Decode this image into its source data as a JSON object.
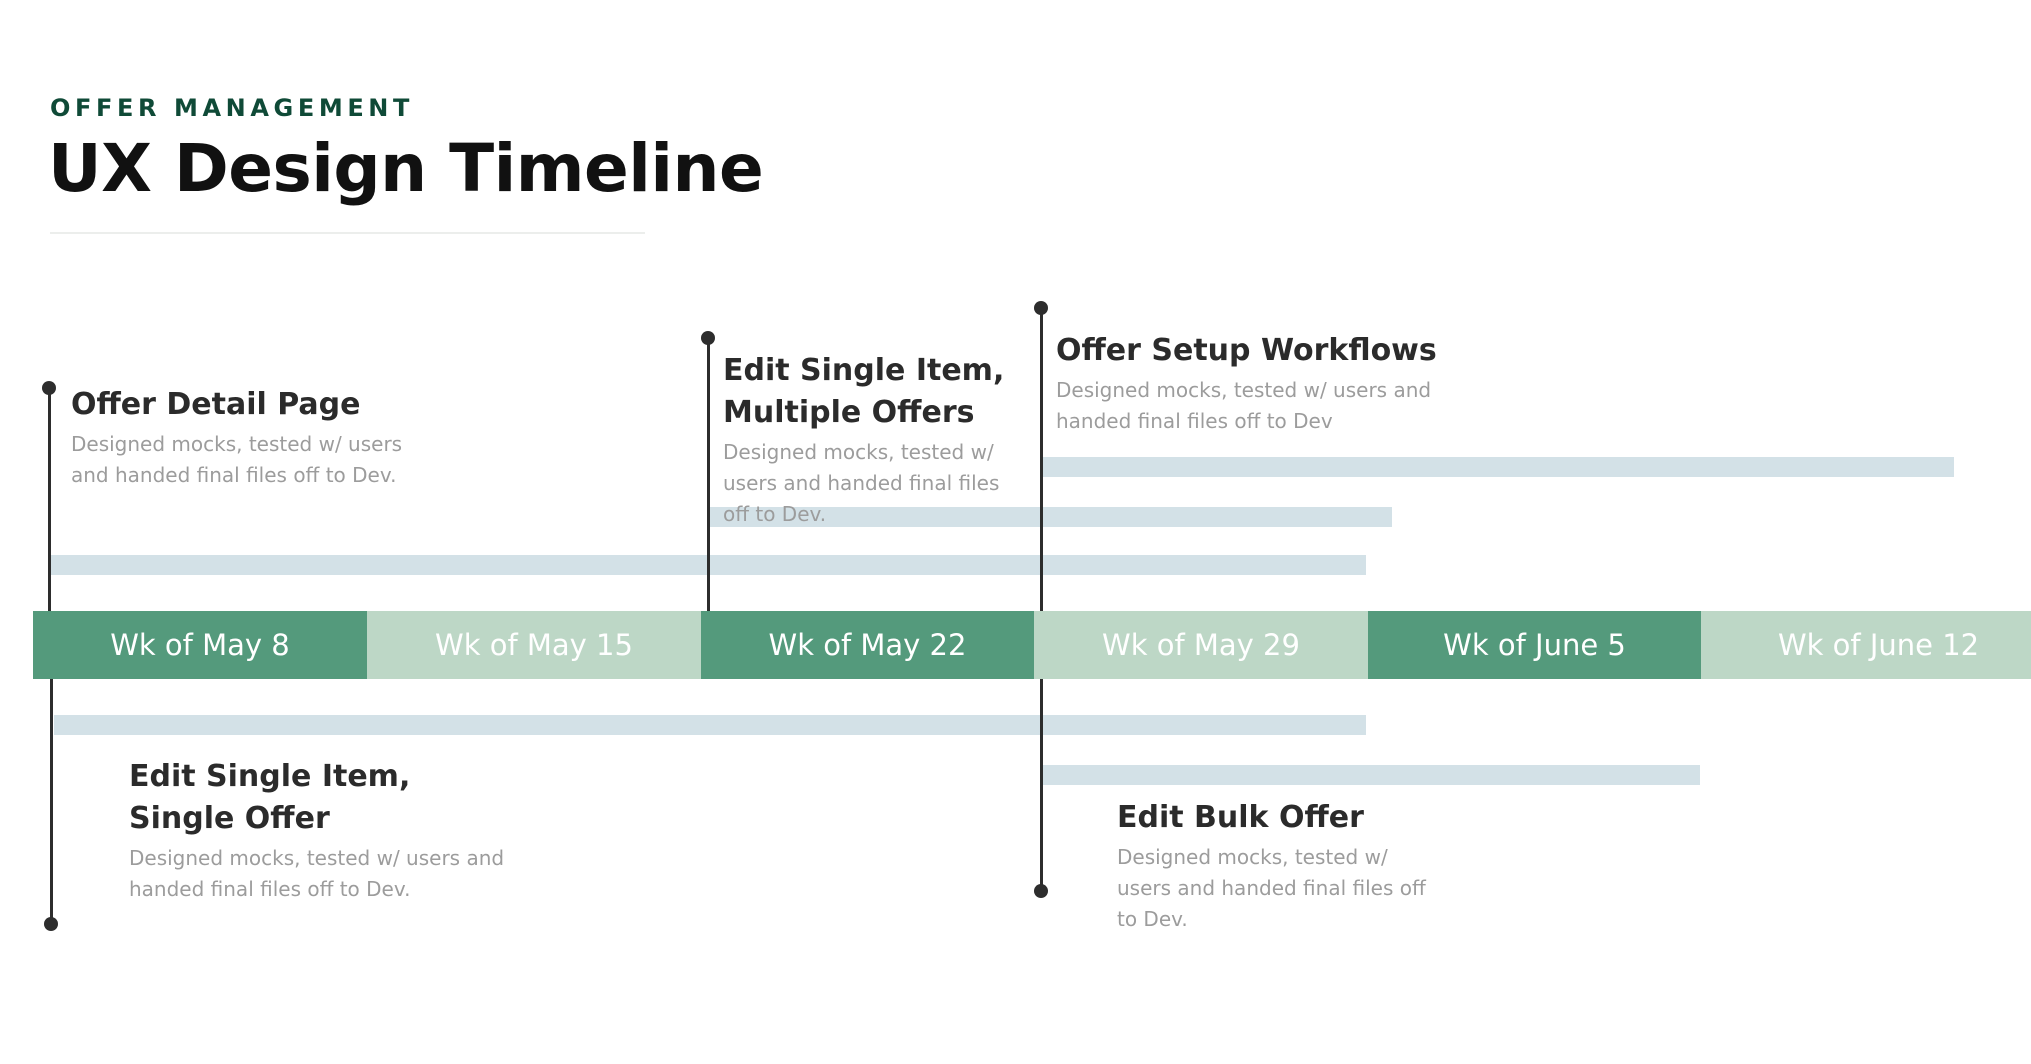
{
  "header": {
    "eyebrow": "OFFER MANAGEMENT",
    "title": "UX Design Timeline"
  },
  "colors": {
    "week_dark": "#549a7c",
    "week_light": "#bdd7c6",
    "progress_bar": "#d3e1e7",
    "eyebrow": "#0f4a37",
    "marker": "#2d2d2d"
  },
  "weeks": [
    {
      "label": "Wk of May 8",
      "shade": "dark"
    },
    {
      "label": "Wk of May 15",
      "shade": "light"
    },
    {
      "label": "Wk of May 22",
      "shade": "dark"
    },
    {
      "label": "Wk of May 29",
      "shade": "light"
    },
    {
      "label": "Wk of June 5",
      "shade": "dark"
    },
    {
      "label": "Wk of June 12",
      "shade": "light"
    }
  ],
  "milestones": [
    {
      "title": "Offer Detail Page",
      "description": "Designed mocks, tested w/ users and handed final files off to Dev."
    },
    {
      "title": "Edit Single Item, Multiple Offers",
      "description": "Designed mocks, tested w/ users and handed final files off to Dev."
    },
    {
      "title": "Offer Setup Workflows",
      "description": "Designed mocks, tested w/ users and handed final files off to Dev"
    },
    {
      "title": "Edit Single Item, Single Offer",
      "description": "Designed mocks, tested w/ users and handed final files off to Dev."
    },
    {
      "title": "Edit Bulk Offer",
      "description": "Designed mocks, tested w/ users and handed final files off to Dev."
    }
  ]
}
